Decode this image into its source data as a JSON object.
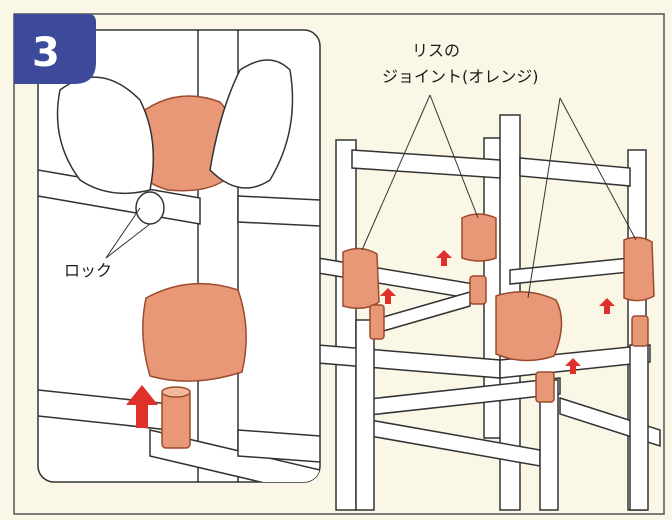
{
  "step": {
    "number": "3"
  },
  "labels": {
    "lock": "ロック",
    "squirrel_line1": "リスの",
    "squirrel_line2": "ジョイント(オレンジ)"
  },
  "colors": {
    "background": "#fbf7e6",
    "badge": "#3d4a9a",
    "joint": "#e89876",
    "joint_stroke": "#9b4a2e",
    "arrow": "#e0302a",
    "pipe": "#ffffff",
    "line": "#333333"
  }
}
